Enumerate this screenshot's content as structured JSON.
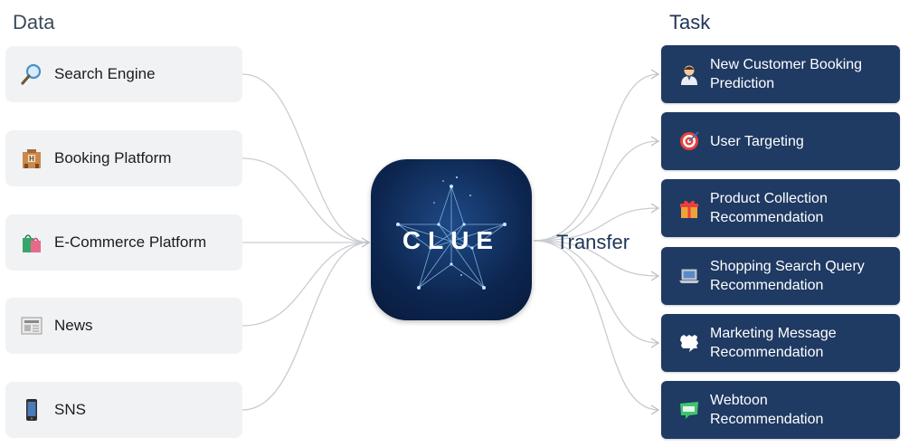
{
  "headings": {
    "data": "Data",
    "task": "Task"
  },
  "sources": [
    {
      "label": "Search Engine",
      "icon": "magnifier-icon"
    },
    {
      "label": "Booking Platform",
      "icon": "hotel-icon"
    },
    {
      "label": "E-Commerce Platform",
      "icon": "shopping-bags-icon"
    },
    {
      "label": "News",
      "icon": "newspaper-icon"
    },
    {
      "label": "SNS",
      "icon": "mobile-phone-icon"
    }
  ],
  "hub": {
    "label": "CLUE",
    "edge_label": "Transfer"
  },
  "tasks": [
    {
      "label": "New Customer Booking\nPrediction",
      "icon": "office-worker-icon"
    },
    {
      "label": "User Targeting",
      "icon": "target-icon"
    },
    {
      "label": "Product Collection\nRecommendation",
      "icon": "gift-icon"
    },
    {
      "label": "Shopping Search Query\nRecommendation",
      "icon": "laptop-icon"
    },
    {
      "label": "Marketing Message\nRecommendation",
      "icon": "speech-bubble-icon"
    },
    {
      "label": "Webtoon\nRecommendation",
      "icon": "webtoon-icon"
    }
  ],
  "colors": {
    "task_bg": "#1f3a63",
    "source_bg": "#f1f2f4",
    "connector": "#c9ccd1"
  }
}
